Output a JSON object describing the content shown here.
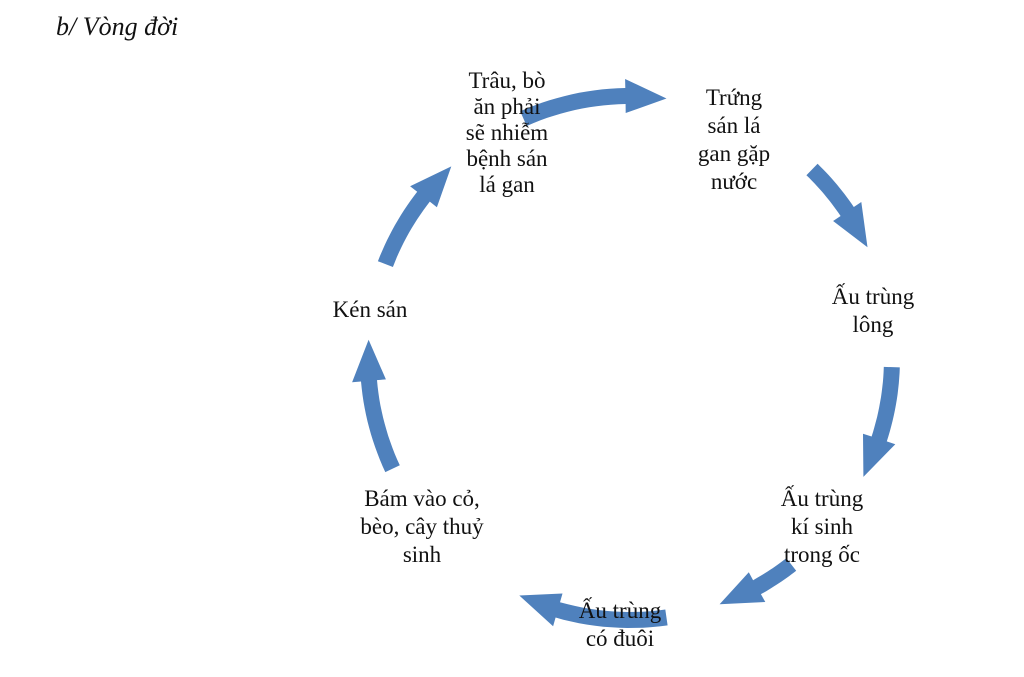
{
  "heading": "b/ Vòng đời",
  "colors": {
    "arrow": "#4f81bd",
    "text": "#111111"
  },
  "nodes": [
    {
      "id": "tran-bo",
      "label": "Trâu, bò\năn phải\nsẽ nhiễm\nbệnh sán\nlá gan"
    },
    {
      "id": "trung",
      "label": "Trứng\nsán lá\ngan gặp\nnước"
    },
    {
      "id": "au-trung-long",
      "label": "Ấu trùng\nlông"
    },
    {
      "id": "au-trung-ki-sinh",
      "label": "Ấu trùng\nkí sinh\ntrong ốc"
    },
    {
      "id": "au-trung-duoi",
      "label": "Ấu trùng\ncó đuôi"
    },
    {
      "id": "bam-vao-co",
      "label": "Bám vào cỏ,\nbèo, cây thuỷ\nsinh"
    },
    {
      "id": "ken-san",
      "label": "Kén sán"
    }
  ]
}
